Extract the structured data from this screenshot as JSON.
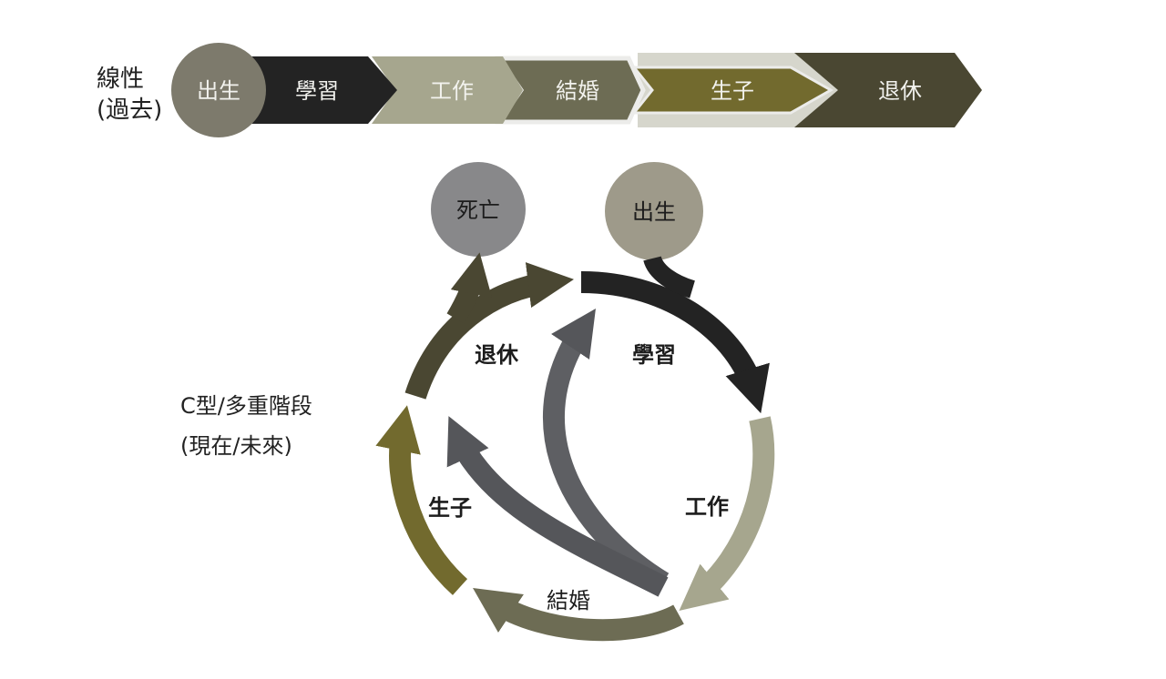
{
  "linear": {
    "label_line1": "線性",
    "label_line2": "(過去)",
    "birth": "出生",
    "stages": [
      "學習",
      "工作",
      "結婚",
      "生子",
      "退休"
    ]
  },
  "cycle": {
    "label_line1": "C型/多重階段",
    "label_line2": "(現在/未來)",
    "death": "死亡",
    "birth": "出生",
    "study": "學習",
    "work": "工作",
    "marriage": "結婚",
    "children": "生子",
    "retire": "退休"
  },
  "colors": {
    "birth_circle": "#7d7a6c",
    "death_circle": "#88888a",
    "study": "#232323",
    "work": "#a6a68e",
    "marriage": "#6d6c54",
    "children": "#726a2e",
    "retire": "#4a4732",
    "loop_gray": "#55565a"
  }
}
